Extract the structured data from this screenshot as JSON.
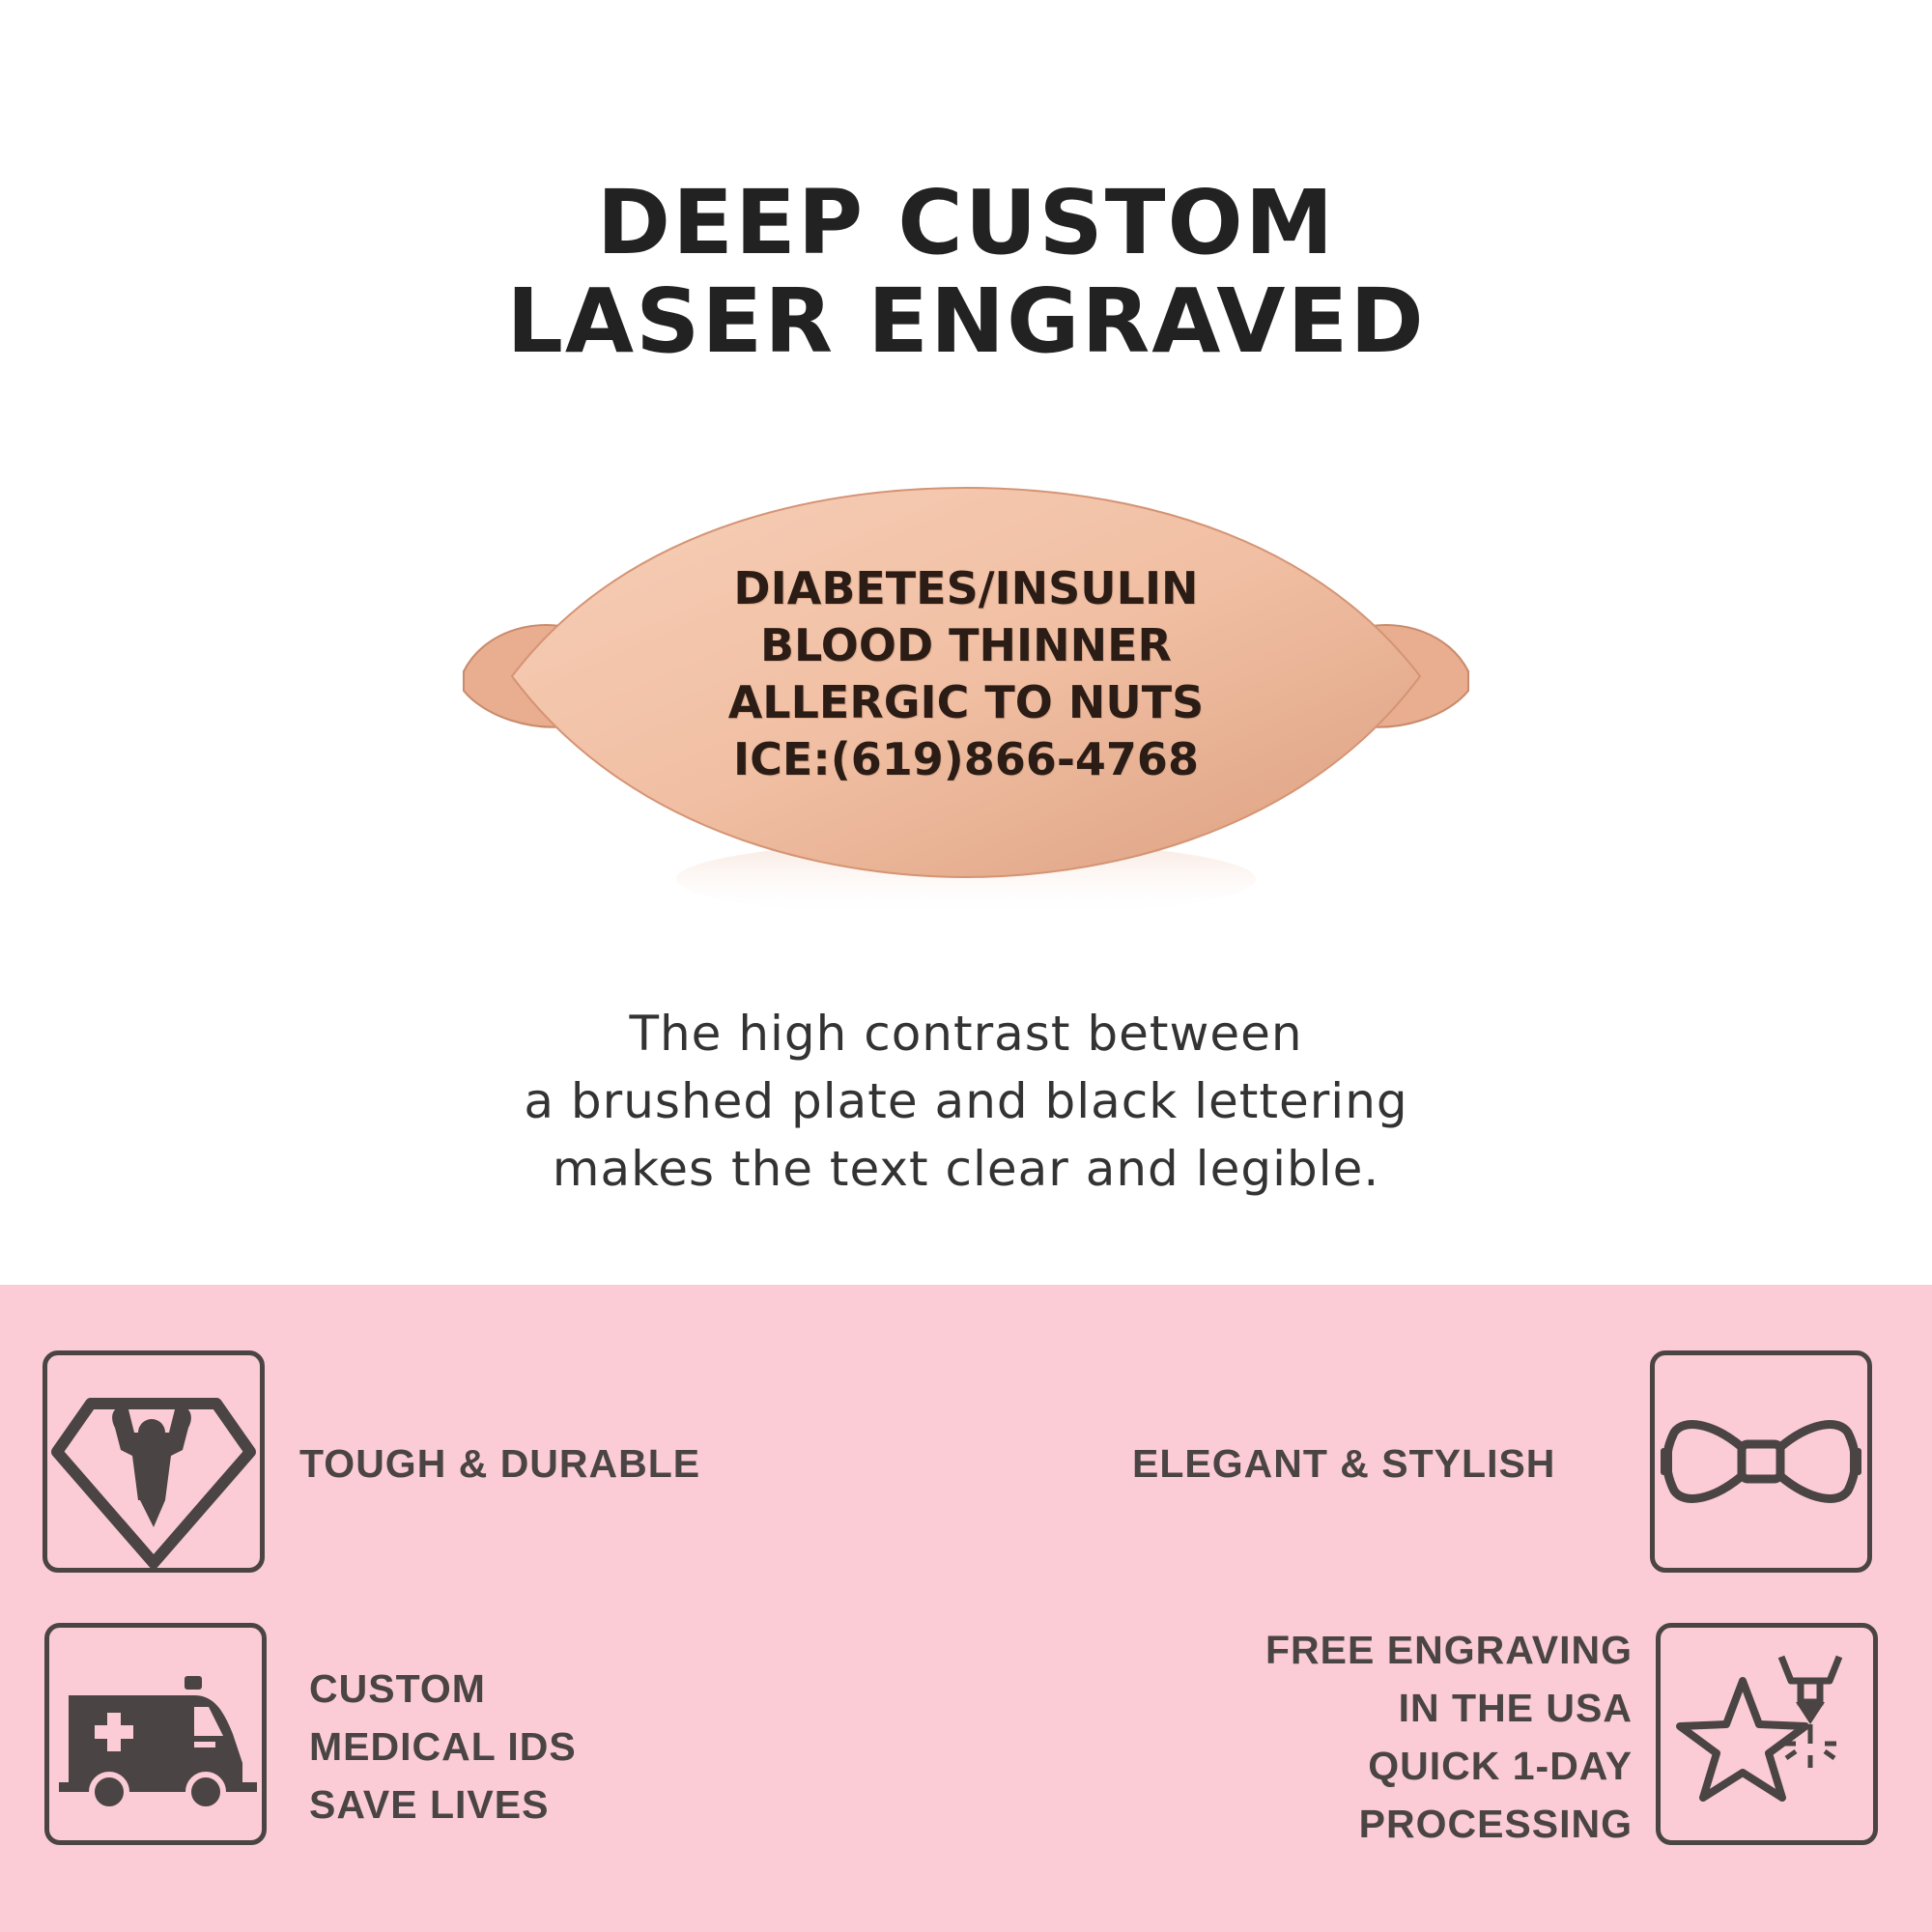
{
  "headline": {
    "line1": "DEEP CUSTOM",
    "line2": "LASER ENGRAVED"
  },
  "plate": {
    "engraving_lines": [
      "DIABETES/INSULIN",
      "BLOOD THINNER",
      "ALLERGIC TO NUTS",
      "ICE:(619)866-4768"
    ],
    "colors": {
      "metal_light": "#f3c4aa",
      "metal_dark": "#d9997a",
      "lettering": "#2b1d16"
    }
  },
  "description": {
    "line1": "The high contrast between",
    "line2": "a brushed plate and black lettering",
    "line3": "makes the text clear and legible."
  },
  "features": {
    "background": "#fbccd5",
    "items": [
      {
        "icon": "strongman-diamond-icon",
        "lines": [
          "TOUGH & DURABLE"
        ]
      },
      {
        "icon": "bow-tie-icon",
        "lines": [
          "ELEGANT & STYLISH"
        ]
      },
      {
        "icon": "ambulance-icon",
        "lines": [
          "CUSTOM",
          "MEDICAL IDS",
          "SAVE LIVES"
        ]
      },
      {
        "icon": "laser-star-icon",
        "lines": [
          "FREE ENGRAVING",
          "IN THE USA",
          "QUICK 1-DAY",
          "PROCESSING"
        ]
      }
    ]
  }
}
